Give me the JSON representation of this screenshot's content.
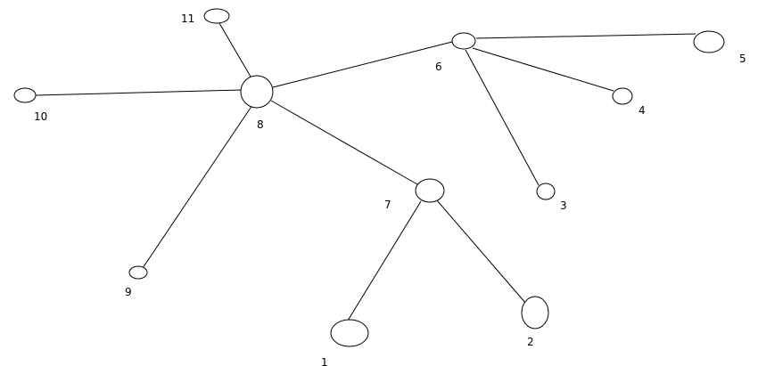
{
  "diagram": {
    "nodes": [
      {
        "id": "1",
        "label": "1"
      },
      {
        "id": "2",
        "label": "2"
      },
      {
        "id": "3",
        "label": "3"
      },
      {
        "id": "4",
        "label": "4"
      },
      {
        "id": "5",
        "label": "5"
      },
      {
        "id": "6",
        "label": "6"
      },
      {
        "id": "7",
        "label": "7"
      },
      {
        "id": "8",
        "label": "8"
      },
      {
        "id": "9",
        "label": "9"
      },
      {
        "id": "10",
        "label": "10"
      },
      {
        "id": "11",
        "label": "11"
      }
    ],
    "edges": [
      {
        "from": "8",
        "to": "11"
      },
      {
        "from": "8",
        "to": "10"
      },
      {
        "from": "8",
        "to": "9"
      },
      {
        "from": "8",
        "to": "6"
      },
      {
        "from": "8",
        "to": "7"
      },
      {
        "from": "6",
        "to": "5"
      },
      {
        "from": "6",
        "to": "4"
      },
      {
        "from": "6",
        "to": "3"
      },
      {
        "from": "7",
        "to": "1"
      },
      {
        "from": "7",
        "to": "2"
      }
    ]
  }
}
